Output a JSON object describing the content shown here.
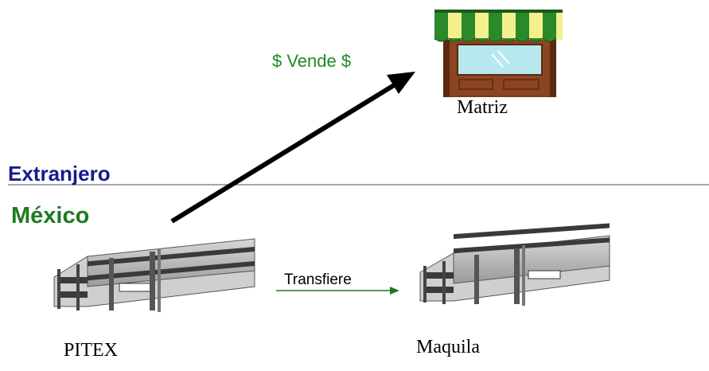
{
  "regions": {
    "foreign": "Extranjero",
    "mexico": "México"
  },
  "nodes": {
    "matriz": "Matriz",
    "pitex": "PITEX",
    "maquila": "Maquila"
  },
  "flows": {
    "sells": "$ Vende $",
    "transfers": "Transfiere"
  },
  "colors": {
    "foreign_label": "#1a1a8c",
    "mexico_label": "#1f7a1f",
    "sells_label": "#1f8a1f",
    "transfer_arrow": "#1f7a1f",
    "sells_arrow": "#000000",
    "divider": "#8a8a8a"
  },
  "icons": {
    "store": "storefront-icon",
    "factory": "factory-building-icon"
  }
}
